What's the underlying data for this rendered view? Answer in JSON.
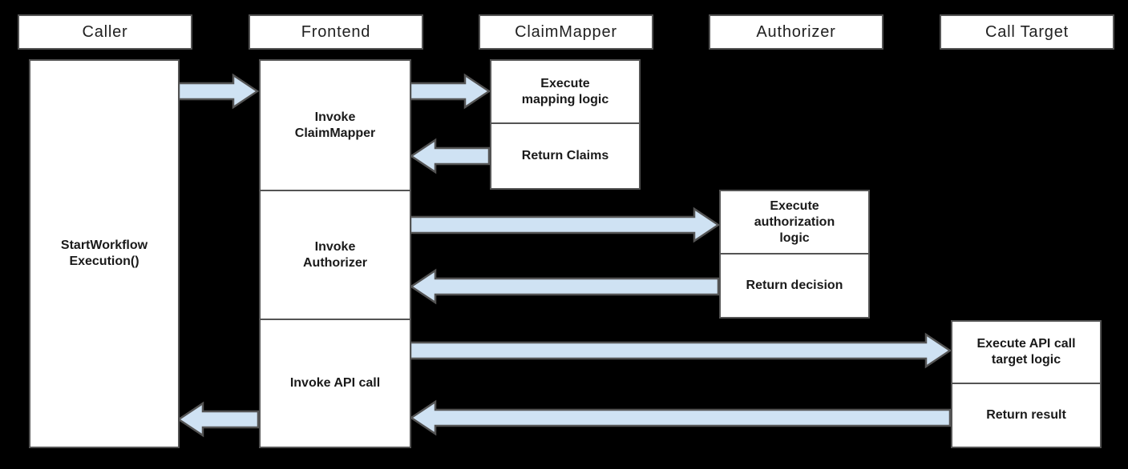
{
  "diagram": {
    "lanes": [
      {
        "title": "Caller"
      },
      {
        "title": "Frontend"
      },
      {
        "title": "ClaimMapper"
      },
      {
        "title": "Authorizer"
      },
      {
        "title": "Call Target"
      }
    ],
    "activities": {
      "caller": {
        "label": "StartWorkflow\nExecution()"
      },
      "frontend": [
        {
          "label": "Invoke\nClaimMapper"
        },
        {
          "label": "Invoke\nAuthorizer"
        },
        {
          "label": "Invoke API call"
        }
      ],
      "claimmapper": [
        {
          "label": "Execute\nmapping logic"
        },
        {
          "label": "Return Claims"
        }
      ],
      "authorizer": [
        {
          "label": "Execute\nauthorization\nlogic"
        },
        {
          "label": "Return decision"
        }
      ],
      "calltarget": [
        {
          "label": "Execute API call\ntarget logic"
        },
        {
          "label": "Return result"
        }
      ]
    },
    "flows": [
      {
        "from": "Caller",
        "to": "Frontend",
        "direction": "right"
      },
      {
        "from": "Frontend",
        "to": "ClaimMapper",
        "direction": "right"
      },
      {
        "from": "ClaimMapper",
        "to": "Frontend",
        "direction": "left"
      },
      {
        "from": "Frontend",
        "to": "Authorizer",
        "direction": "right"
      },
      {
        "from": "Authorizer",
        "to": "Frontend",
        "direction": "left"
      },
      {
        "from": "Frontend",
        "to": "Call Target",
        "direction": "right"
      },
      {
        "from": "Call Target",
        "to": "Frontend",
        "direction": "left"
      },
      {
        "from": "Frontend",
        "to": "Caller",
        "direction": "left"
      }
    ],
    "colors": {
      "background": "#000000",
      "box_fill": "#ffffff",
      "box_border": "#545454",
      "arrow_fill": "#cfe2f3",
      "arrow_stroke": "#545454",
      "text": "#1a1a1a"
    }
  }
}
